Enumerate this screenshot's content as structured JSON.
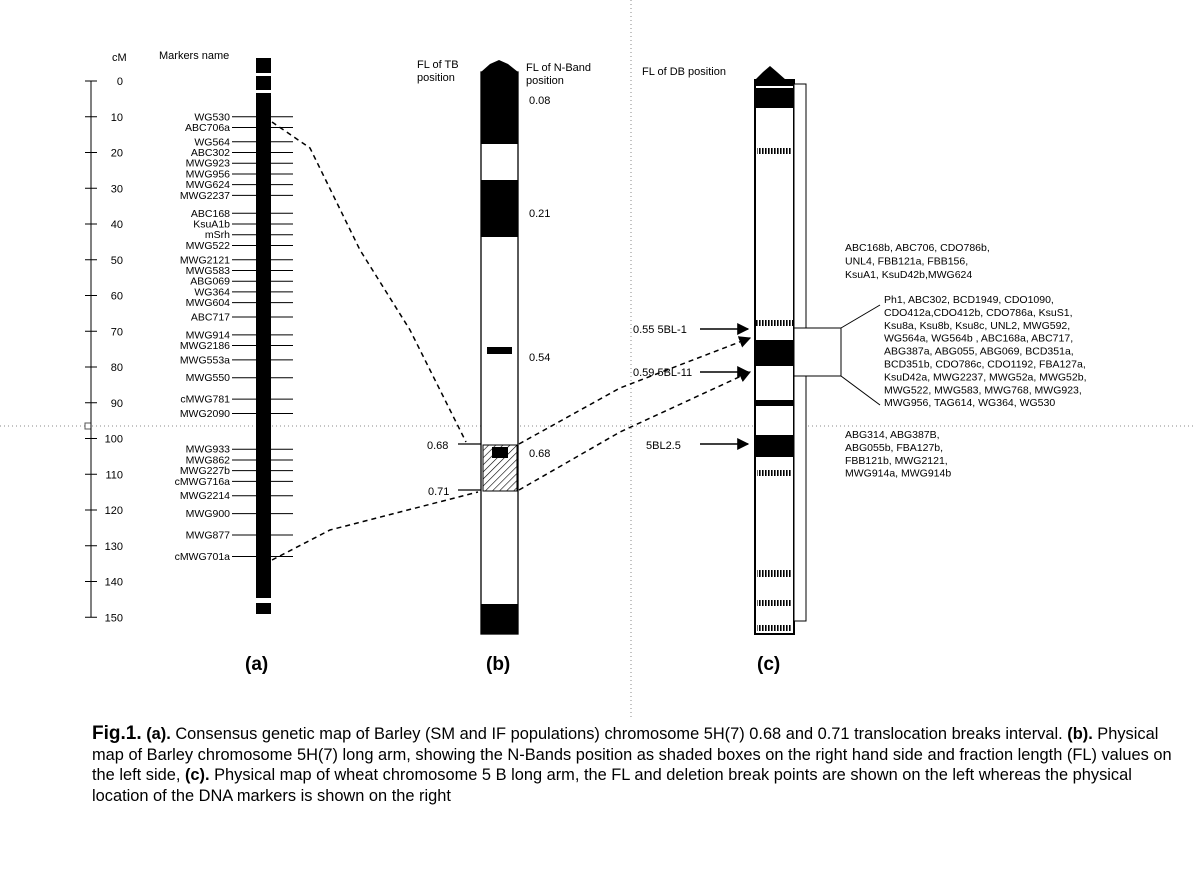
{
  "panel_a": {
    "axis_unit": "cM",
    "header": "Markers name",
    "ticks": [
      "0",
      "10",
      "20",
      "30",
      "40",
      "50",
      "60",
      "70",
      "80",
      "90",
      "100",
      "110",
      "120",
      "130",
      "140",
      "150"
    ],
    "markers": [
      {
        "name": "WG530",
        "cm": 10
      },
      {
        "name": "ABC706a",
        "cm": 13
      },
      {
        "name": "WG564",
        "cm": 17
      },
      {
        "name": "ABC302",
        "cm": 20
      },
      {
        "name": "MWG923",
        "cm": 23
      },
      {
        "name": "MWG956",
        "cm": 26
      },
      {
        "name": "MWG624",
        "cm": 29
      },
      {
        "name": "MWG2237",
        "cm": 32
      },
      {
        "name": "ABC168",
        "cm": 37
      },
      {
        "name": "KsuA1b",
        "cm": 40
      },
      {
        "name": "mSrh",
        "cm": 43
      },
      {
        "name": "MWG522",
        "cm": 46
      },
      {
        "name": "MWG2121",
        "cm": 50
      },
      {
        "name": "MWG583",
        "cm": 53
      },
      {
        "name": "ABG069",
        "cm": 56
      },
      {
        "name": "WG364",
        "cm": 59
      },
      {
        "name": "MWG604",
        "cm": 62
      },
      {
        "name": "ABC717",
        "cm": 66
      },
      {
        "name": "MWG914",
        "cm": 71
      },
      {
        "name": "MWG2186",
        "cm": 74
      },
      {
        "name": "MWG553a",
        "cm": 78
      },
      {
        "name": "MWG550",
        "cm": 83
      },
      {
        "name": "cMWG781",
        "cm": 89
      },
      {
        "name": "MWG2090",
        "cm": 93
      },
      {
        "name": "MWG933",
        "cm": 103
      },
      {
        "name": "MWG862",
        "cm": 106
      },
      {
        "name": "MWG227b",
        "cm": 109
      },
      {
        "name": "cMWG716a",
        "cm": 112
      },
      {
        "name": "MWG2214",
        "cm": 116
      },
      {
        "name": "MWG900",
        "cm": 121
      },
      {
        "name": "MWG877",
        "cm": 127
      },
      {
        "name": "cMWG701a",
        "cm": 133
      }
    ],
    "label": "(a)"
  },
  "panel_b": {
    "left_header": [
      "FL of TB",
      "position"
    ],
    "right_header": [
      "FL of N-Band",
      "position"
    ],
    "nband_values": [
      "0.08",
      "0.21",
      "0.54",
      "0.68"
    ],
    "fl_left": [
      "0.68",
      "0.71"
    ],
    "label": "(b)"
  },
  "panel_c": {
    "header": "FL of DB position",
    "breaks": [
      "0.55 5BL-1",
      "0.59 5BL-11",
      "5BL2.5"
    ],
    "group1": [
      "ABC168b, ABC706, CDO786b,",
      "UNL4, FBB121a, FBB156,",
      "KsuA1, KsuD42b,MWG624"
    ],
    "group2": [
      "Ph1, ABC302, BCD1949, CDO1090,",
      "CDO412a,CDO412b, CDO786a, KsuS1,",
      "Ksu8a, Ksu8b, Ksu8c, UNL2, MWG592,",
      "WG564a, WG564b , ABC168a, ABC717,",
      "ABG387a, ABG055, ABG069, BCD351a,",
      "BCD351b, CDO786c, CDO1192, FBA127a,",
      "KsuD42a, MWG2237, MWG52a, MWG52b,",
      "MWG522, MWG583, MWG768, MWG923,",
      "MWG956, TAG614, WG364, WG530"
    ],
    "group3": [
      "ABG314, ABG387B,",
      "ABG055b, FBA127b,",
      "FBB121b, MWG2121,",
      "MWG914a, MWG914b"
    ],
    "label": "(c)"
  },
  "caption": {
    "fig": "Fig.1.",
    "a_tag": "(a).",
    "a_text": " Consensus genetic map of Barley  (SM and IF populations) chromosome 5H(7) 0.68 and 0.71 translocation breaks interval. ",
    "b_tag": "(b).",
    "b_text": " Physical map of Barley chromosome 5H(7) long arm, showing the N-Bands position as shaded boxes on the right hand side and fraction length (FL) values on the left side,   ",
    "c_tag": "(c).",
    "c_text": " Physical map of wheat  chromosome 5 B long arm, the FL and deletion break points are shown on the left  whereas the physical location of the DNA markers is shown on the right"
  }
}
